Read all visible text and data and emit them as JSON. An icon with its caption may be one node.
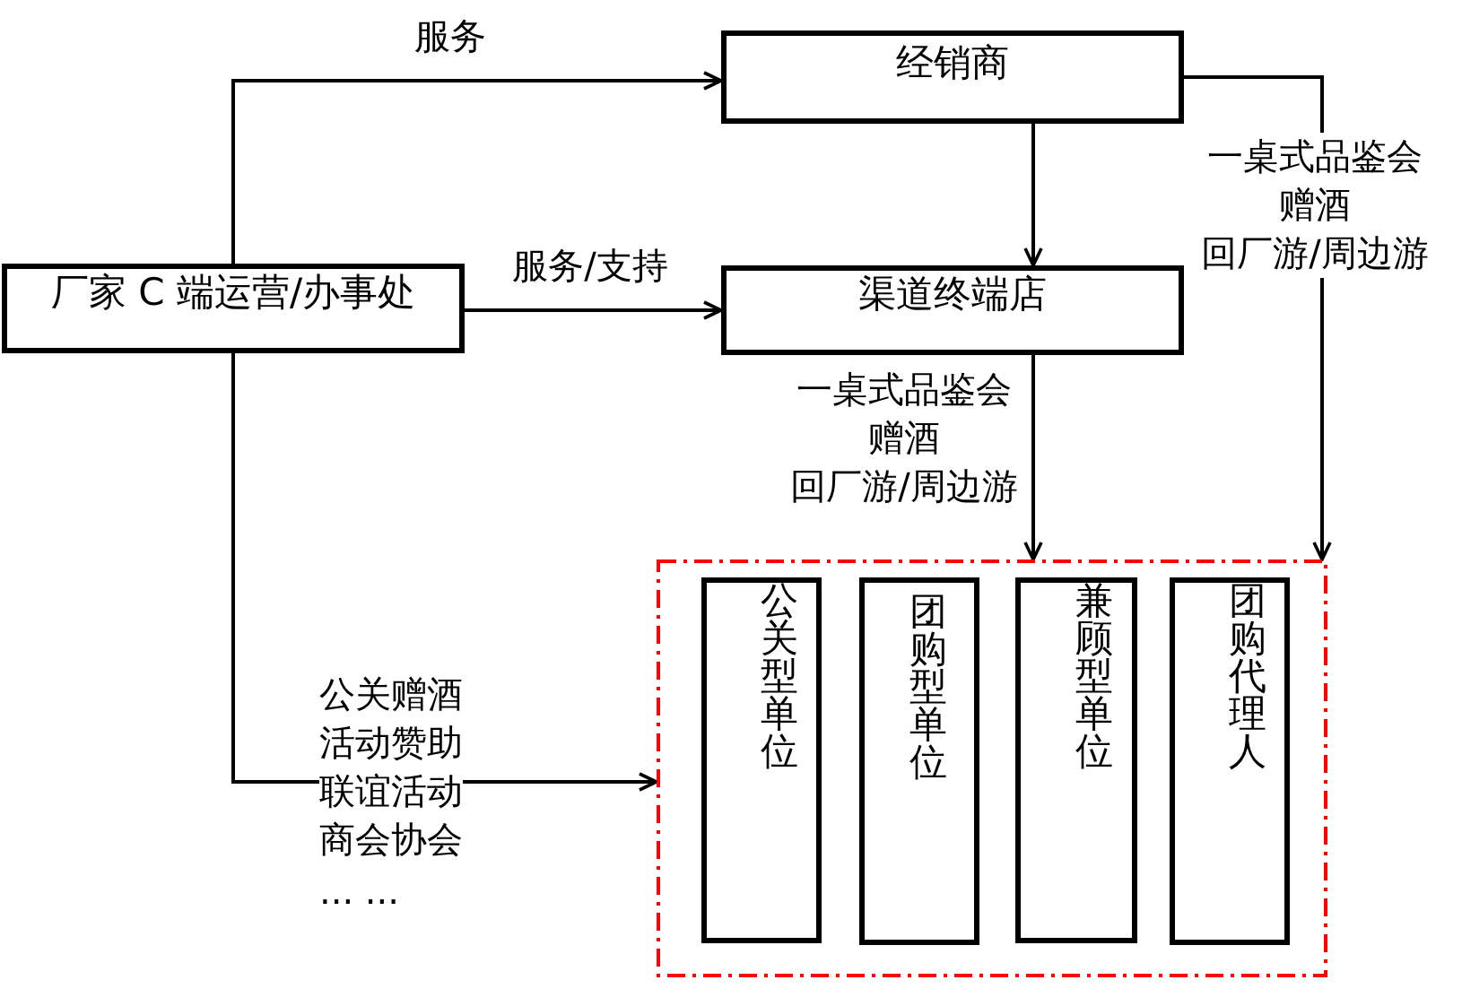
{
  "diagram": {
    "nodes": [
      {
        "text": [
          "厂家 C 端运营/办事处"
        ]
      },
      {
        "text": [
          "经销商"
        ]
      },
      {
        "text": [
          "渠道终端店"
        ]
      },
      {
        "text": [],
        "shape": "box"
      },
      {
        "text": [
          "公关型单位"
        ],
        "in": 3
      },
      {
        "text": [
          "团购型单位"
        ],
        "in": 3
      },
      {
        "text": [
          "兼顾型单位"
        ],
        "in": 3
      },
      {
        "text": [
          "团购代理人"
        ],
        "in": 3
      }
    ],
    "edges": [
      {
        "from": 0,
        "to": 1,
        "arrow": "to",
        "label": "服务"
      },
      {
        "from": 0,
        "to": 2,
        "arrow": "to",
        "label": "服务/支持"
      },
      {
        "from": 1,
        "to": 2,
        "arrow": "to"
      },
      {
        "from": 1,
        "to": 3,
        "arrow": "to"
      },
      {
        "from": 2,
        "to": 3,
        "arrow": "to"
      },
      {
        "from": 0,
        "to": 3,
        "arrow": "to"
      }
    ],
    "labels": [
      "一桌式品鉴会",
      "赠酒",
      "回厂游/周边游",
      "一桌式品鉴会",
      "赠酒",
      "回厂游/周边游",
      "公关赠酒",
      "活动赞助",
      "联谊活动",
      "商会协会",
      "... ..."
    ]
  }
}
